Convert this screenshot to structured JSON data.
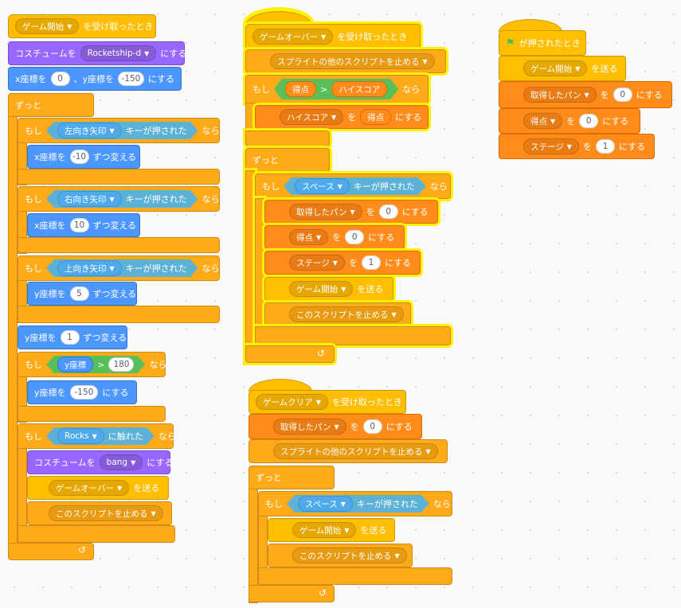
{
  "s1": {
    "hat_msg": "ゲーム開始",
    "hat_suffix": "を受け取ったとき",
    "costume_pre": "コスチュームを",
    "costume_val": "Rocketship-d",
    "costume_suf": "にする",
    "goto_x_pre": "x座標を",
    "goto_x": "0",
    "goto_y_pre": "、y座標を",
    "goto_y": "-150",
    "goto_suf": "にする",
    "forever": "ずっと",
    "if1_pre": "もし",
    "if1_key": "左向き矢印",
    "if1_keytext": "キーが押された",
    "if1_suf": "なら",
    "chx1_pre": "x座標を",
    "chx1": "-10",
    "chx1_suf": "ずつ変える",
    "if2_pre": "もし",
    "if2_key": "右向き矢印",
    "if2_keytext": "キーが押された",
    "if2_suf": "なら",
    "chx2_pre": "x座標を",
    "chx2": "10",
    "chx2_suf": "ずつ変える",
    "if3_pre": "もし",
    "if3_key": "上向き矢印",
    "if3_keytext": "キーが押された",
    "if3_suf": "なら",
    "chy1_pre": "y座標を",
    "chy1": "5",
    "chy1_suf": "ずつ変える",
    "chy2_pre": "y座標を",
    "chy2": "1",
    "chy2_suf": "ずつ変える",
    "if4_pre": "もし",
    "if4_rep": "y座標",
    "if4_op": ">",
    "if4_val": "180",
    "if4_suf": "なら",
    "sety_pre": "y座標を",
    "sety": "-150",
    "sety_suf": "にする",
    "if5_pre": "もし",
    "if5_obj": "Rocks",
    "if5_touch": "に触れた",
    "if5_suf": "なら",
    "cos2_pre": "コスチュームを",
    "cos2_val": "bang",
    "cos2_suf": "にする",
    "bc_msg": "ゲームオーバー",
    "bc_suf": "を送る",
    "stop_val": "このスクリプトを止める"
  },
  "s2": {
    "hat_msg": "ゲームオーバー",
    "hat_suffix": "を受け取ったとき",
    "stop_other": "スプライトの他のスクリプトを止める",
    "if_pre": "もし",
    "if_left": "得点",
    "if_op": ">",
    "if_right": "ハイスコア",
    "if_suf": "なら",
    "set_var": "ハイスコア",
    "set_mid": "を",
    "set_val": "得点",
    "set_suf": "にする",
    "forever": "ずっと",
    "key_if_pre": "もし",
    "key": "スペース",
    "keytext": "キーが押された",
    "key_if_suf": "なら",
    "var1": "取得したパン",
    "var1_val": "0",
    "var2": "得点",
    "var2_val": "0",
    "var3": "ステージ",
    "var3_val": "1",
    "mid": "を",
    "suf": "にする",
    "bc_msg": "ゲーム開始",
    "bc_suf": "を送る",
    "stop_val": "このスクリプトを止める"
  },
  "s3": {
    "hat_msg": "ゲームクリア",
    "hat_suffix": "を受け取ったとき",
    "var1": "取得したパン",
    "var1_val": "0",
    "mid": "を",
    "suf": "にする",
    "stop_other": "スプライトの他のスクリプトを止める",
    "forever": "ずっと",
    "key_if_pre": "もし",
    "key": "スペース",
    "keytext": "キーが押された",
    "key_if_suf": "なら",
    "bc_msg": "ゲーム開始",
    "bc_suf": "を送る",
    "stop_val": "このスクリプトを止める"
  },
  "s4": {
    "hat_text": "が押されたとき",
    "bc_msg": "ゲーム開始",
    "bc_suf": "を送る",
    "var1": "取得したパン",
    "var1_val": "0",
    "var2": "得点",
    "var2_val": "0",
    "var3": "ステージ",
    "var3_val": "1",
    "mid": "を",
    "suf": "にする"
  },
  "icons": {
    "flag": "green-flag-icon",
    "caret": "dropdown-caret-icon",
    "loop": "loop-arrow-icon"
  },
  "colors": {
    "events": "#ffbf00",
    "looks": "#9966ff",
    "motion": "#4c97ff",
    "control": "#ffab19",
    "variables": "#ff8c1a",
    "sensing": "#5cb1d6",
    "operators": "#59c059",
    "glow": "#fff200"
  }
}
